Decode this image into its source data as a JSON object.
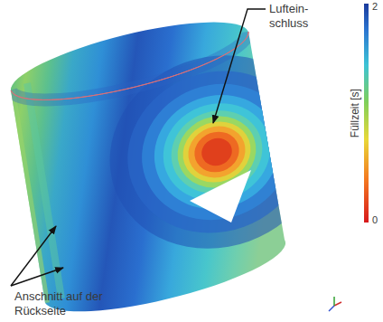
{
  "diagram": {
    "labels": [
      "Luftein- schluss",
      "Anschnitt auf der Rückseite",
      "2",
      "Füllzeit [s]",
      "0"
    ]
  }
}
